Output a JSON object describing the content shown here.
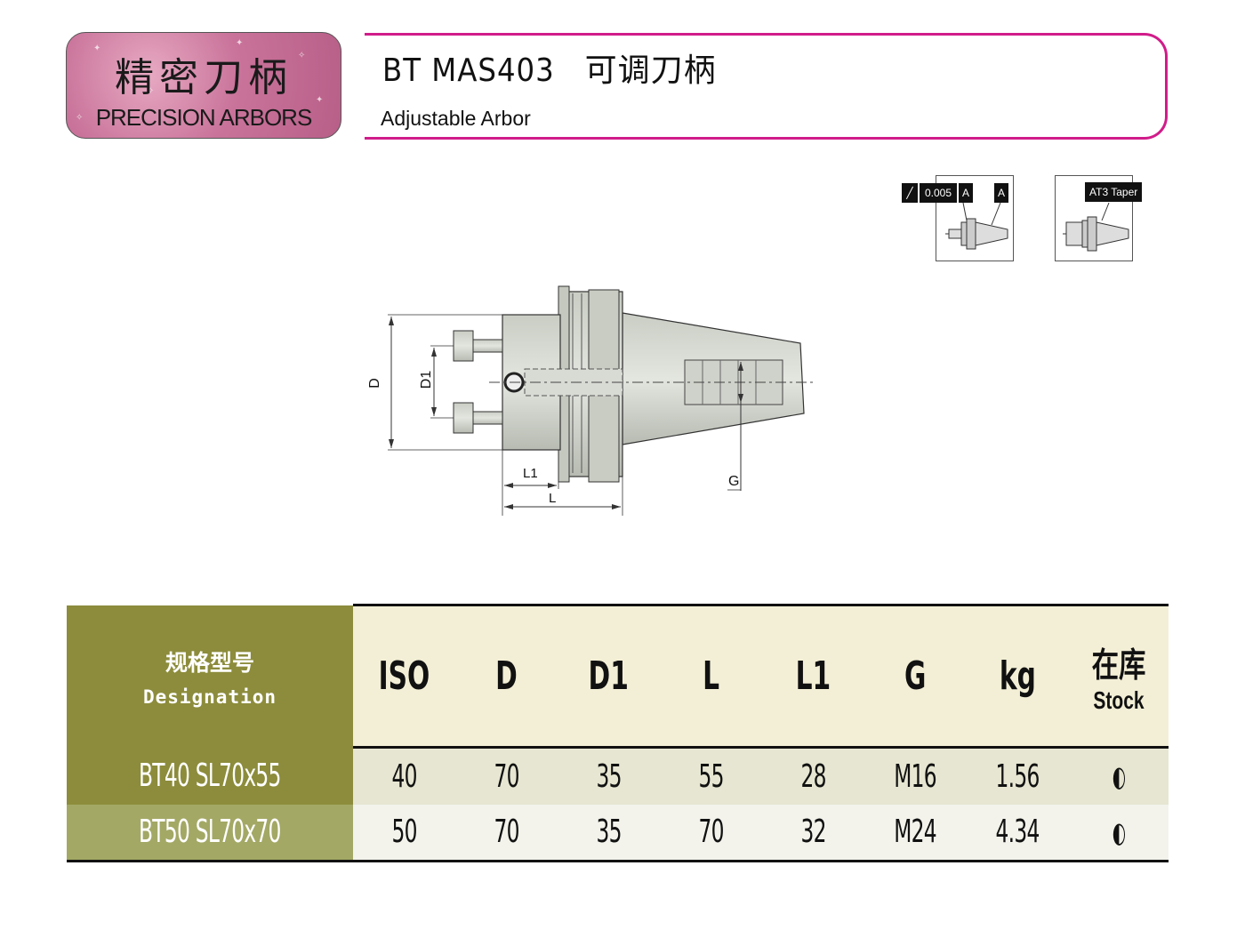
{
  "logo": {
    "cn": "精密刀柄",
    "en": "PRECISION ARBORS"
  },
  "title": {
    "main": "BT MAS403   可调刀柄",
    "sub": "Adjustable Arbor"
  },
  "runout_icon": {
    "tolerance": "0.005",
    "datum": "A",
    "datum_marker": "A"
  },
  "taper_icon": {
    "label": "AT3 Taper"
  },
  "drawing_labels": {
    "D": "D",
    "D1": "D1",
    "L1": "L1",
    "L": "L",
    "G": "G"
  },
  "table": {
    "designation_header": {
      "cn": "规格型号",
      "en": "Designation"
    },
    "columns": [
      "ISO",
      "D",
      "D1",
      "L",
      "L1",
      "G",
      "kg"
    ],
    "stock_header": {
      "cn": "在库",
      "en": "Stock"
    },
    "rows": [
      {
        "designation": "BT40 SL70x55",
        "values": [
          "40",
          "70",
          "35",
          "55",
          "28",
          "M16",
          "1.56"
        ],
        "stock": "◐"
      },
      {
        "designation": "BT50 SL70x70",
        "values": [
          "50",
          "70",
          "35",
          "70",
          "32",
          "M24",
          "4.34"
        ],
        "stock": "◐"
      }
    ]
  }
}
